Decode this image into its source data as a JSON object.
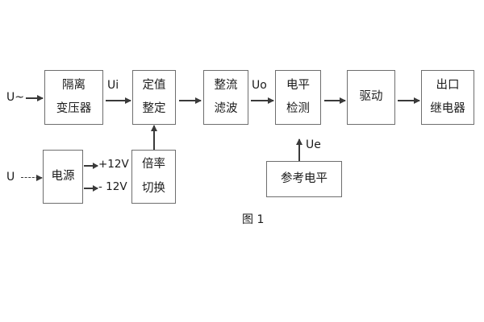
{
  "diagram": {
    "caption": "图 1",
    "blocks": [
      {
        "id": "isolation-transformer",
        "lines": [
          "隔离",
          "变压器"
        ]
      },
      {
        "id": "setting-value",
        "lines": [
          "定值",
          "整定"
        ]
      },
      {
        "id": "rectifier-filter",
        "lines": [
          "整流",
          "滤波"
        ]
      },
      {
        "id": "level-detection",
        "lines": [
          "电平",
          "检测"
        ]
      },
      {
        "id": "drive",
        "lines": [
          "驱动"
        ]
      },
      {
        "id": "output-relay",
        "lines": [
          "出口",
          "继电器"
        ]
      },
      {
        "id": "power-supply",
        "lines": [
          "电源"
        ]
      },
      {
        "id": "multiplier-switch",
        "lines": [
          "倍率",
          "切换"
        ]
      },
      {
        "id": "reference-level",
        "lines": [
          "参考电平"
        ]
      }
    ],
    "signals": {
      "ac_input": "U~",
      "dc_input": "U",
      "ui": "Ui",
      "uo": "Uo",
      "ue": "Ue",
      "supply_positive": "+12V",
      "supply_negative": "- 12V"
    }
  },
  "colors": {
    "box_border": "#6e6e6e",
    "arrow": "#3a3a3a",
    "text": "#1b1b1b",
    "background": "#ffffff"
  }
}
